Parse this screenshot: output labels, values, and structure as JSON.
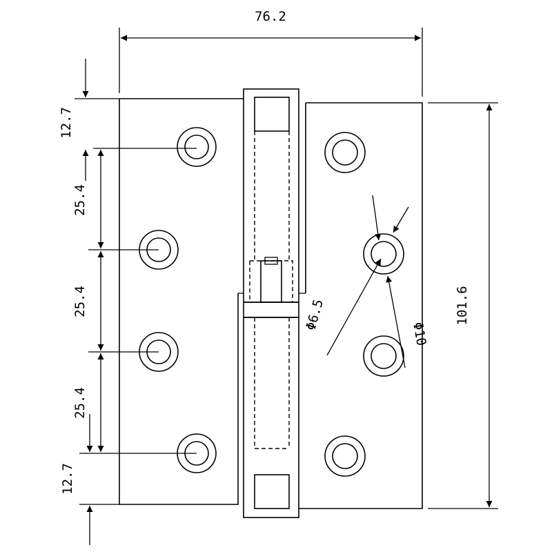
{
  "diagram": {
    "dimensions": {
      "overall_width": "76.2",
      "overall_height": "101.6",
      "top_offset": "12.7",
      "bottom_offset": "12.7",
      "hole_pitch": [
        "25.4",
        "25.4",
        "25.4"
      ],
      "pin_diameter": "Φ6.5",
      "hole_diameter": "Φ10"
    },
    "colors": {
      "line": "#000000",
      "background": "#ffffff"
    }
  }
}
